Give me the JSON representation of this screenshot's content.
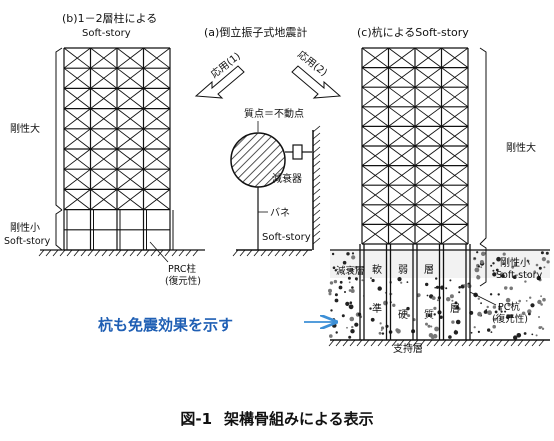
{
  "panel_b": {
    "title_line1": "(b)1－2層柱による",
    "title_line2": "Soft-story",
    "label_rigid_large": "剛性大",
    "label_rigid_small": "剛性小",
    "label_softstory": "Soft-story",
    "label_prc_column": "PRC柱",
    "label_restoring": "(復元性)"
  },
  "panel_a": {
    "title": "(a)倒立振子式地震計",
    "arrow_left": "応用(1)",
    "arrow_right": "応用(2)",
    "mass_label": "質点＝不動点",
    "damper_label": "減衰器",
    "spring_label": "バネ",
    "softstory_label": "Soft-story"
  },
  "panel_c": {
    "title": "(c)杭によるSoft-story",
    "label_rigid_large": "剛性大",
    "label_rigid_small": "剛性小",
    "label_softstory": "Soft-story",
    "damping_layer": "減衰層",
    "soft_chars": [
      "軟",
      "弱",
      "層"
    ],
    "ground_chars": [
      "準",
      "硬",
      "質",
      "層"
    ],
    "pc_pile": "PC杭",
    "restoring": "(復元性)",
    "support_layer": "支持層"
  },
  "annotation": {
    "text": "杭も免震効果を示す",
    "color": "#1f5fb4",
    "arrow_color": "#3c8fd6"
  },
  "caption": {
    "number": "図-1",
    "title": "架構骨組みによる表示"
  }
}
